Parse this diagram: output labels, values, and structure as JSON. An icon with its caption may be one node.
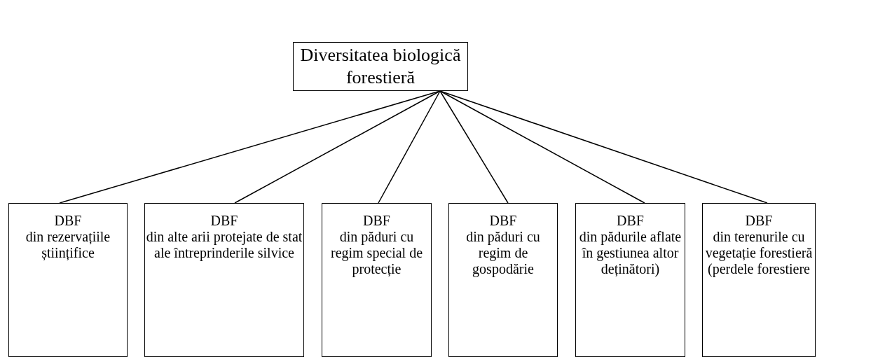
{
  "diagram": {
    "nodes": [
      {
        "text": [
          "Diversitatea biologică forestieră"
        ]
      },
      {
        "text": [
          "DBF",
          "din rezervațiile științifice"
        ]
      },
      {
        "text": [
          "DBF",
          "din alte arii protejate de stat ale întreprinderile silvice"
        ]
      },
      {
        "text": [
          "DBF",
          "din păduri cu regim special de protecție"
        ]
      },
      {
        "text": [
          "DBF",
          "din păduri cu regim de gospodărie"
        ]
      },
      {
        "text": [
          "DBF",
          "din pădurile aflate în gestiunea altor deținători)"
        ]
      },
      {
        "text": [
          "DBF",
          "din terenurile cu vegetație forestieră (perdele forestiere"
        ]
      }
    ],
    "edges": [
      {
        "from": 0,
        "to": 1,
        "arrow": "none"
      },
      {
        "from": 0,
        "to": 2,
        "arrow": "none"
      },
      {
        "from": 0,
        "to": 3,
        "arrow": "none"
      },
      {
        "from": 0,
        "to": 4,
        "arrow": "none"
      },
      {
        "from": 0,
        "to": 5,
        "arrow": "none"
      },
      {
        "from": 0,
        "to": 6,
        "arrow": "none"
      }
    ]
  }
}
